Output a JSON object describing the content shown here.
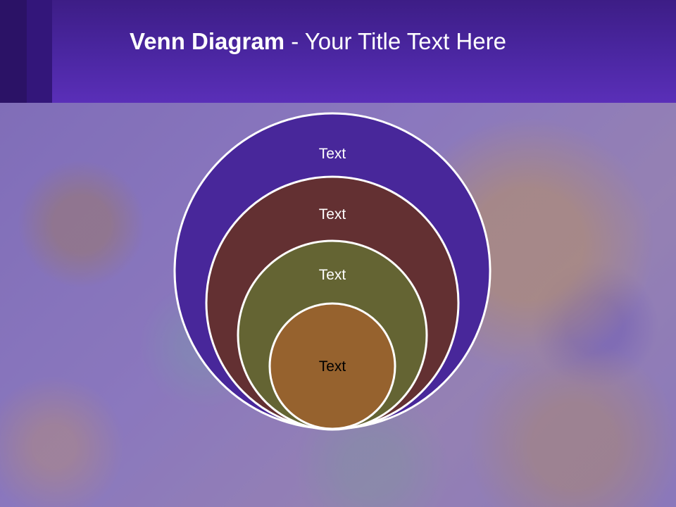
{
  "slide": {
    "title_bold": "Venn Diagram",
    "title_rest": " - Your Title Text Here"
  },
  "diagram": {
    "rings": [
      {
        "label": "Text",
        "fill": "#48279a",
        "text_color": "#ffffff"
      },
      {
        "label": "Text",
        "fill": "#633032",
        "text_color": "#ffffff"
      },
      {
        "label": "Text",
        "fill": "#646433",
        "text_color": "#ffffff"
      },
      {
        "label": "Text",
        "fill": "#96622e",
        "text_color": "#000000"
      }
    ]
  }
}
